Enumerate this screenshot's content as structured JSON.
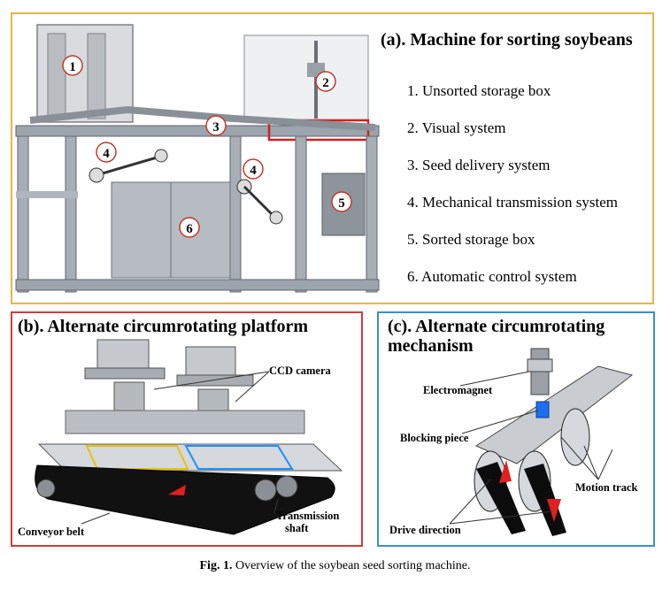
{
  "panel_a": {
    "title": "(a). Machine for sorting soybeans",
    "legend": [
      "1. Unsorted storage box",
      "2. Visual system",
      "3. Seed delivery system",
      "4. Mechanical transmission system",
      "5. Sorted storage box",
      "6. Automatic control system"
    ],
    "markers": [
      "1",
      "2",
      "3",
      "4",
      "4",
      "5",
      "6"
    ]
  },
  "panel_b": {
    "title": "(b). Alternate circumrotating platform",
    "labels": {
      "ccd_camera": "CCD camera",
      "conveyor_belt": "Conveyor belt",
      "transmission_shaft_1": "Transmission",
      "transmission_shaft_2": "shaft"
    }
  },
  "panel_c": {
    "title": "(c). Alternate circumrotating mechanism",
    "labels": {
      "electromagnet": "Electromagnet",
      "blocking_piece": "Blocking piece",
      "motion_track": "Motion track",
      "drive_direction": "Drive direction"
    }
  },
  "caption": {
    "label": "Fig. 1.",
    "text": "Overview of the soybean seed sorting machine."
  }
}
